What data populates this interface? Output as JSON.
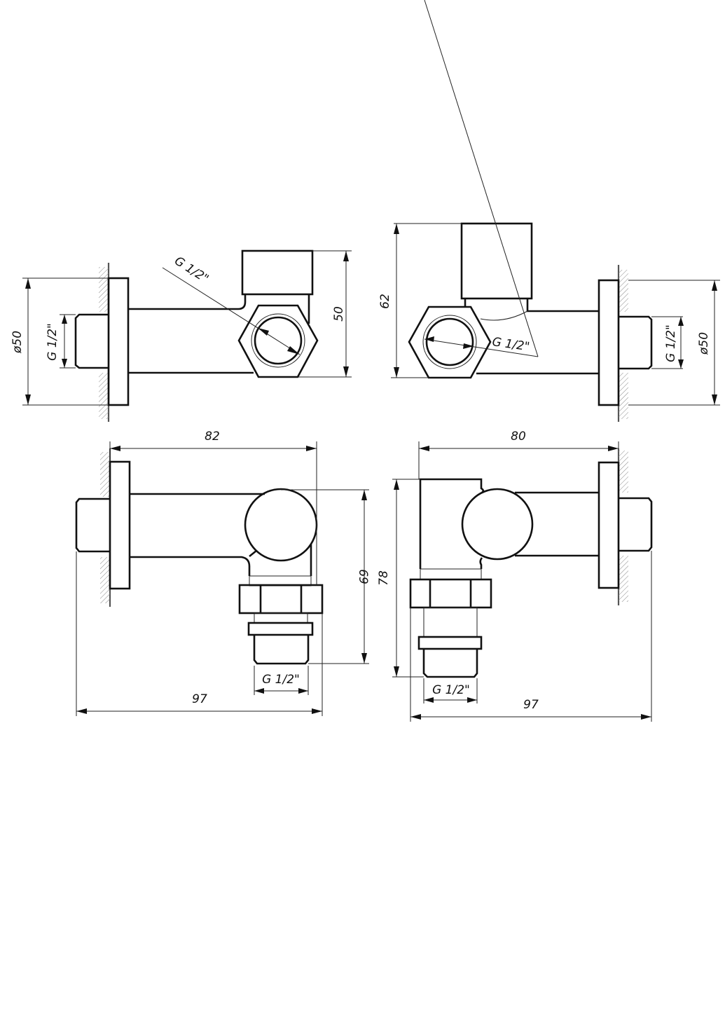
{
  "drawing": {
    "top_left_view": {
      "dia_flange": "ø50",
      "thread_inlet": "G 1/2\"",
      "thread_outlet": "G 1/2\"",
      "height": "50"
    },
    "top_right_view": {
      "height": "62",
      "thread_outlet": "G 1/2\"",
      "thread_inlet": "G 1/2\"",
      "dia_flange": "ø50"
    },
    "bottom_left_view": {
      "width_body": "82",
      "height": "69",
      "thread_outlet": "G 1/2\"",
      "overall_length": "97"
    },
    "bottom_right_view": {
      "width_body": "80",
      "height": "78",
      "thread_outlet": "G 1/2\"",
      "overall_length": "97"
    }
  }
}
